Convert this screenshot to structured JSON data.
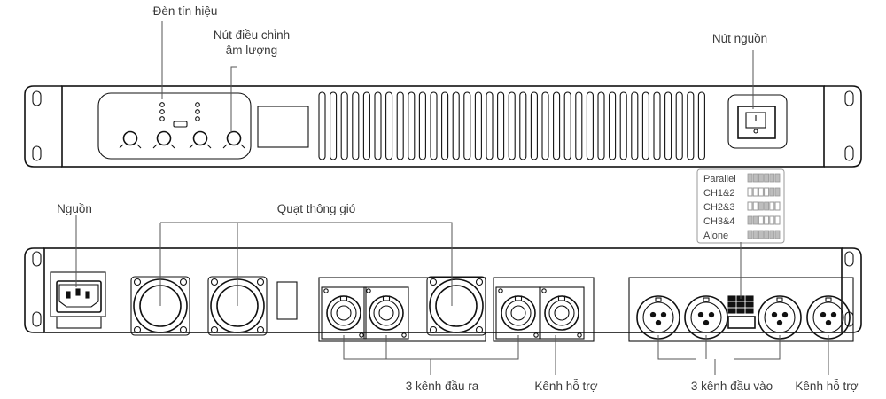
{
  "front_labels": {
    "signal_lights": "Đèn tín hiệu",
    "volume_knob_line1": "Nút điều chỉnh",
    "volume_knob_line2": "âm lượng",
    "power_button": "Nút nguồn"
  },
  "rear_labels": {
    "power_inlet": "Nguồn",
    "fans": "Quạt thông gió",
    "outputs": "3 kênh đầu ra",
    "aux_output": "Kênh hỗ trợ",
    "inputs": "3 kênh đầu vào",
    "aux_input": "Kênh hỗ trợ"
  },
  "dip_switch_modes": [
    "Parallel",
    "CH1&2",
    "CH2&3",
    "CH3&4",
    "Alone"
  ],
  "colors": {
    "line": "#111111",
    "label": "#3a3a3a",
    "leader": "#555555"
  }
}
